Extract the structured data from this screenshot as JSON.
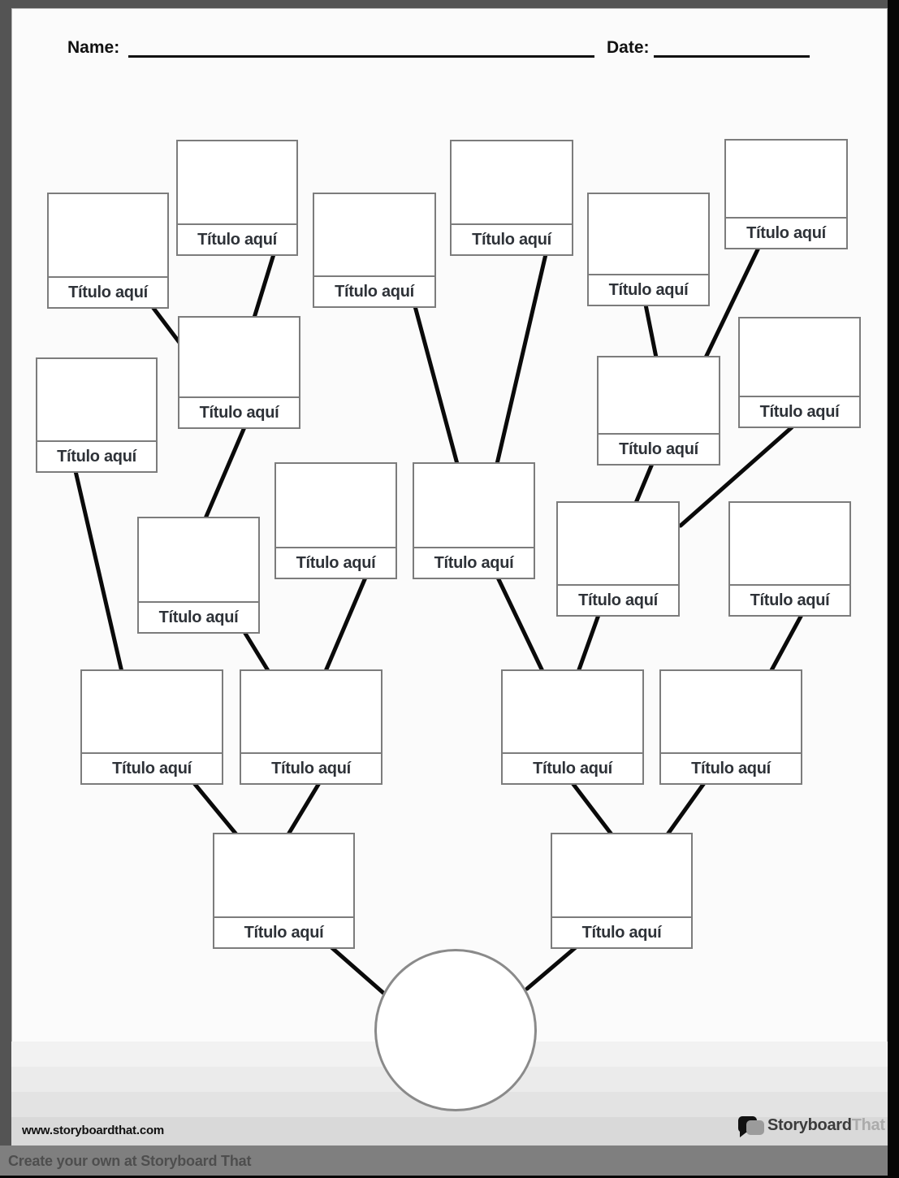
{
  "page": {
    "header": {
      "name_label": "Name:",
      "date_label": "Date:"
    },
    "tree": {
      "node_label": "Título aquí",
      "nodes": [
        {
          "label": "Título aquí"
        },
        {
          "label": "Título aquí"
        },
        {
          "label": "Título aquí"
        },
        {
          "label": "Título aquí"
        },
        {
          "label": "Título aquí"
        },
        {
          "label": "Título aquí"
        },
        {
          "label": "Título aquí"
        },
        {
          "label": "Título aquí"
        },
        {
          "label": "Título aquí"
        },
        {
          "label": "Título aquí"
        },
        {
          "label": "Título aquí"
        },
        {
          "label": "Título aquí"
        },
        {
          "label": "Título aquí"
        },
        {
          "label": "Título aquí"
        },
        {
          "label": "Título aquí"
        },
        {
          "label": "Título aquí"
        },
        {
          "label": "Título aquí"
        },
        {
          "label": "Título aquí"
        },
        {
          "label": "Título aquí"
        },
        {
          "label": "Título aquí"
        },
        {
          "label": "Título aquí"
        }
      ]
    },
    "footer": {
      "website_url": "www.storyboardthat.com",
      "brand_name_primary": "Storyboard",
      "brand_name_secondary": "That",
      "cta_text": "Create your own at Storyboard That"
    },
    "colors": {
      "frame": "#545454",
      "page_background": "#fbfbfb",
      "node_border": "#7c7c7c",
      "connector": "#0a0a0a",
      "footer_bar": "#7f7f7f",
      "footer_band": "#d9d9d9"
    }
  }
}
